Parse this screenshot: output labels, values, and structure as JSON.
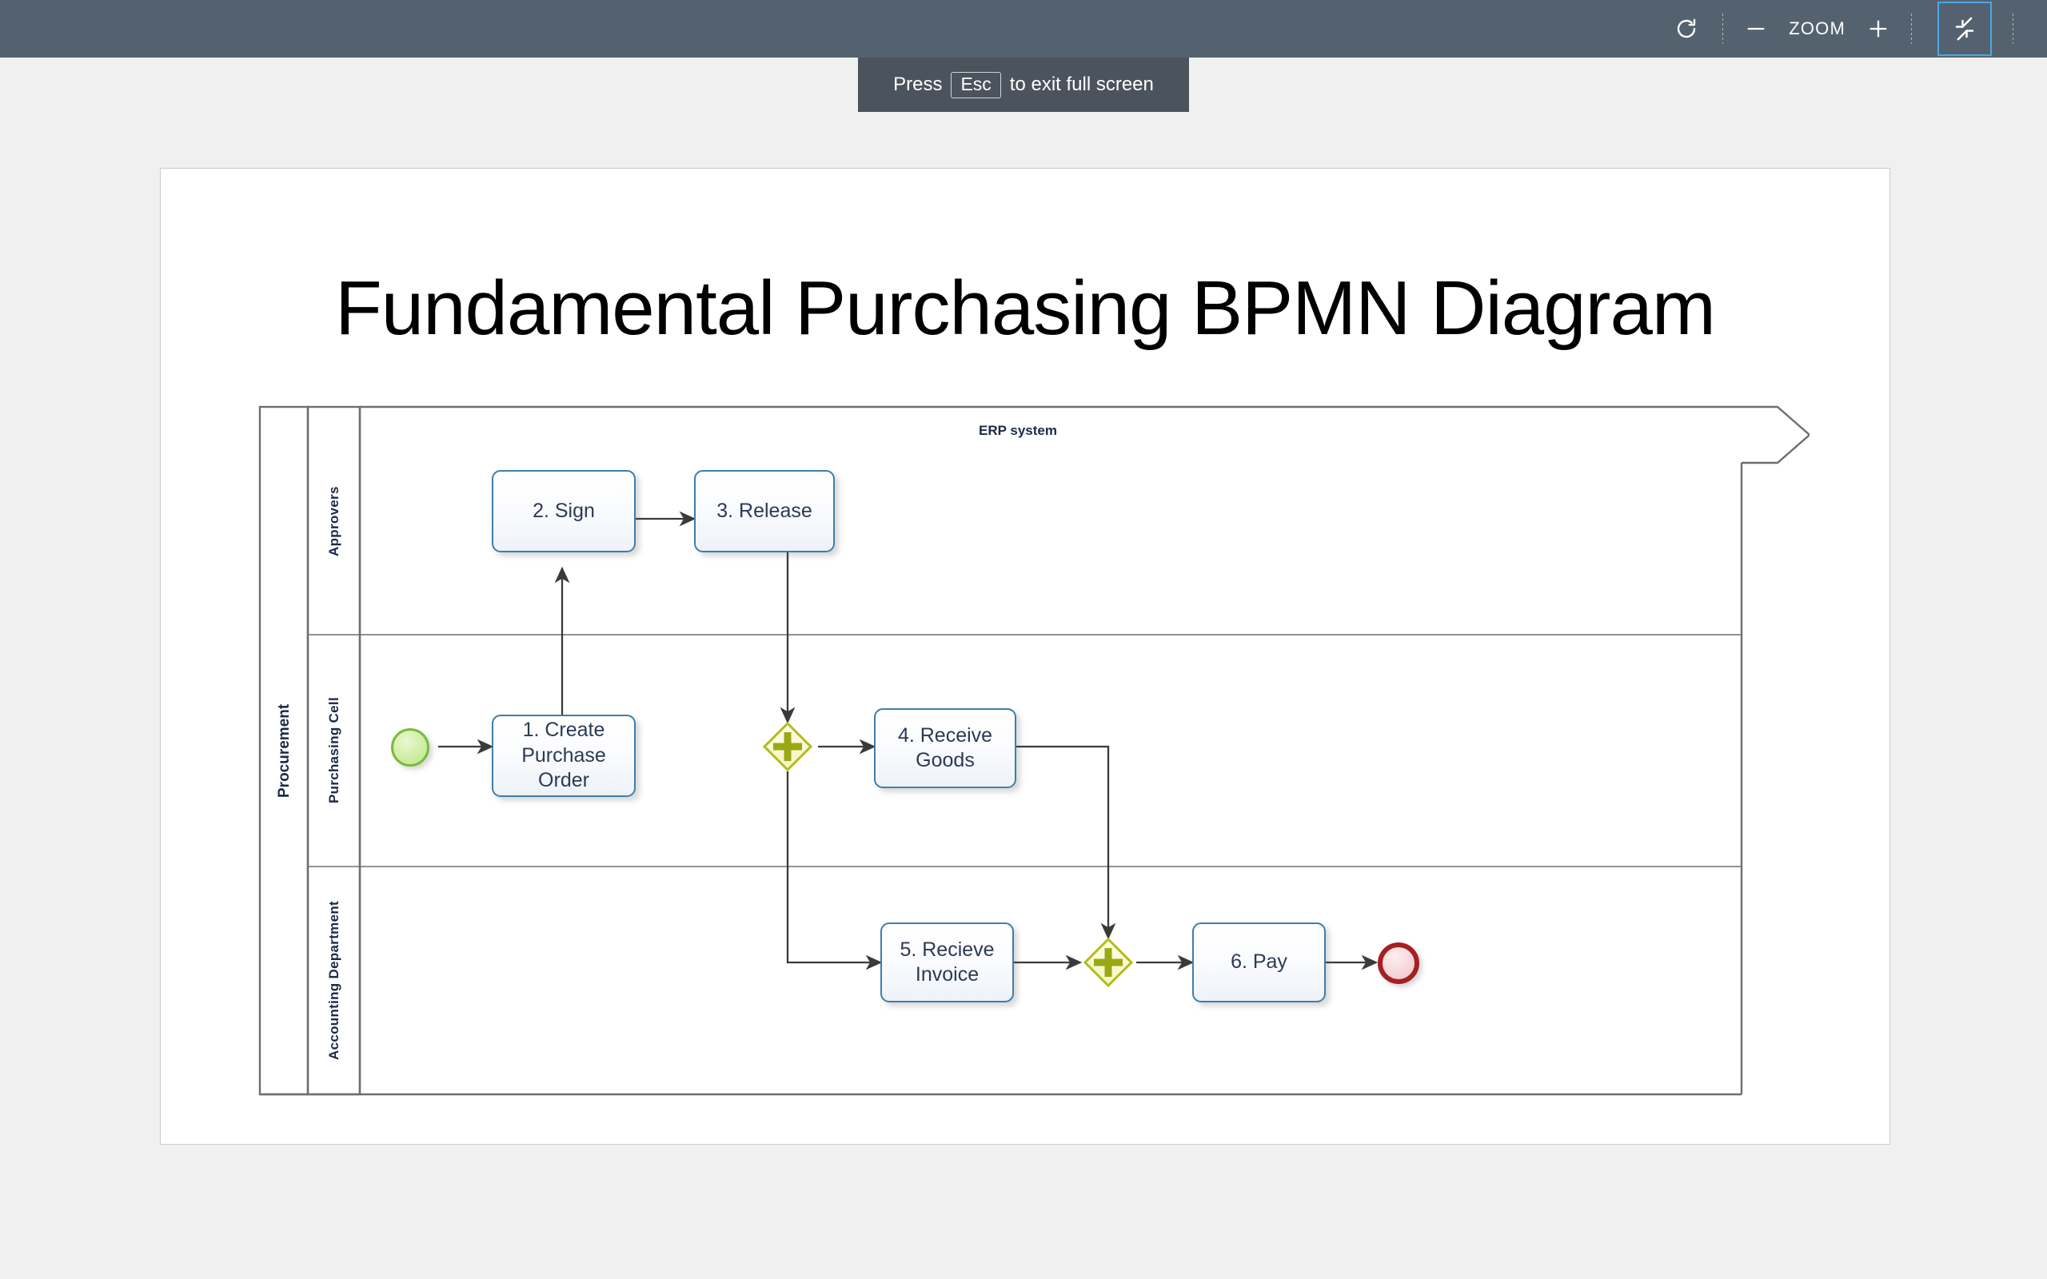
{
  "toolbar": {
    "refresh_label": "refresh",
    "zoom_out_label": "−",
    "zoom_label": "ZOOM",
    "zoom_in_label": "+",
    "exit_fullscreen_label": "exit-fullscreen",
    "accent_color": "#4aa8e8",
    "background_color": "#54626f"
  },
  "toast": {
    "prefix": "Press",
    "key": "Esc",
    "suffix": "to exit full screen"
  },
  "slide": {
    "title": "Fundamental Purchasing BPMN Diagram"
  },
  "diagram": {
    "type": "bpmn",
    "pool": "Procurement",
    "pool_title": "ERP system",
    "lanes": [
      {
        "name": "Approvers"
      },
      {
        "name": "Purchasing Cell"
      },
      {
        "name": "Accounting Department"
      }
    ],
    "events": [
      {
        "id": "start",
        "kind": "start-event",
        "lane": "Purchasing Cell",
        "color": "#7aba3a"
      },
      {
        "id": "end",
        "kind": "end-event",
        "lane": "Accounting Department",
        "color": "#a51f23"
      }
    ],
    "gateways": [
      {
        "id": "gw-split",
        "kind": "parallel-gateway",
        "symbol": "+",
        "lane": "Purchasing Cell",
        "color": "#b2bb1e"
      },
      {
        "id": "gw-join",
        "kind": "parallel-gateway",
        "symbol": "+",
        "lane": "Accounting Department",
        "color": "#b2bb1e"
      }
    ],
    "tasks": [
      {
        "id": "t1",
        "label": "1. Create\nPurchase\nOrder",
        "lane": "Purchasing Cell"
      },
      {
        "id": "t2",
        "label": "2. Sign",
        "lane": "Approvers"
      },
      {
        "id": "t3",
        "label": "3. Release",
        "lane": "Approvers"
      },
      {
        "id": "t4",
        "label": "4. Receive\nGoods",
        "lane": "Purchasing Cell"
      },
      {
        "id": "t5",
        "label": "5. Recieve\nInvoice",
        "lane": "Accounting Department"
      },
      {
        "id": "t6",
        "label": "6. Pay",
        "lane": "Accounting Department"
      }
    ],
    "task_labels": {
      "t1_line1": "1. Create",
      "t1_line2": "Purchase",
      "t1_line3": "Order",
      "t2": "2. Sign",
      "t3": "3. Release",
      "t4_line1": "4. Receive",
      "t4_line2": "Goods",
      "t5_line1": "5. Recieve",
      "t5_line2": "Invoice",
      "t6": "6. Pay"
    },
    "flows": [
      {
        "from": "start",
        "to": "t1"
      },
      {
        "from": "t1",
        "to": "t2"
      },
      {
        "from": "t2",
        "to": "t3"
      },
      {
        "from": "t3",
        "to": "gw-split"
      },
      {
        "from": "gw-split",
        "to": "t4"
      },
      {
        "from": "gw-split",
        "to": "t5"
      },
      {
        "from": "t4",
        "to": "gw-join"
      },
      {
        "from": "t5",
        "to": "gw-join"
      },
      {
        "from": "gw-join",
        "to": "t6"
      },
      {
        "from": "t6",
        "to": "end"
      }
    ]
  }
}
